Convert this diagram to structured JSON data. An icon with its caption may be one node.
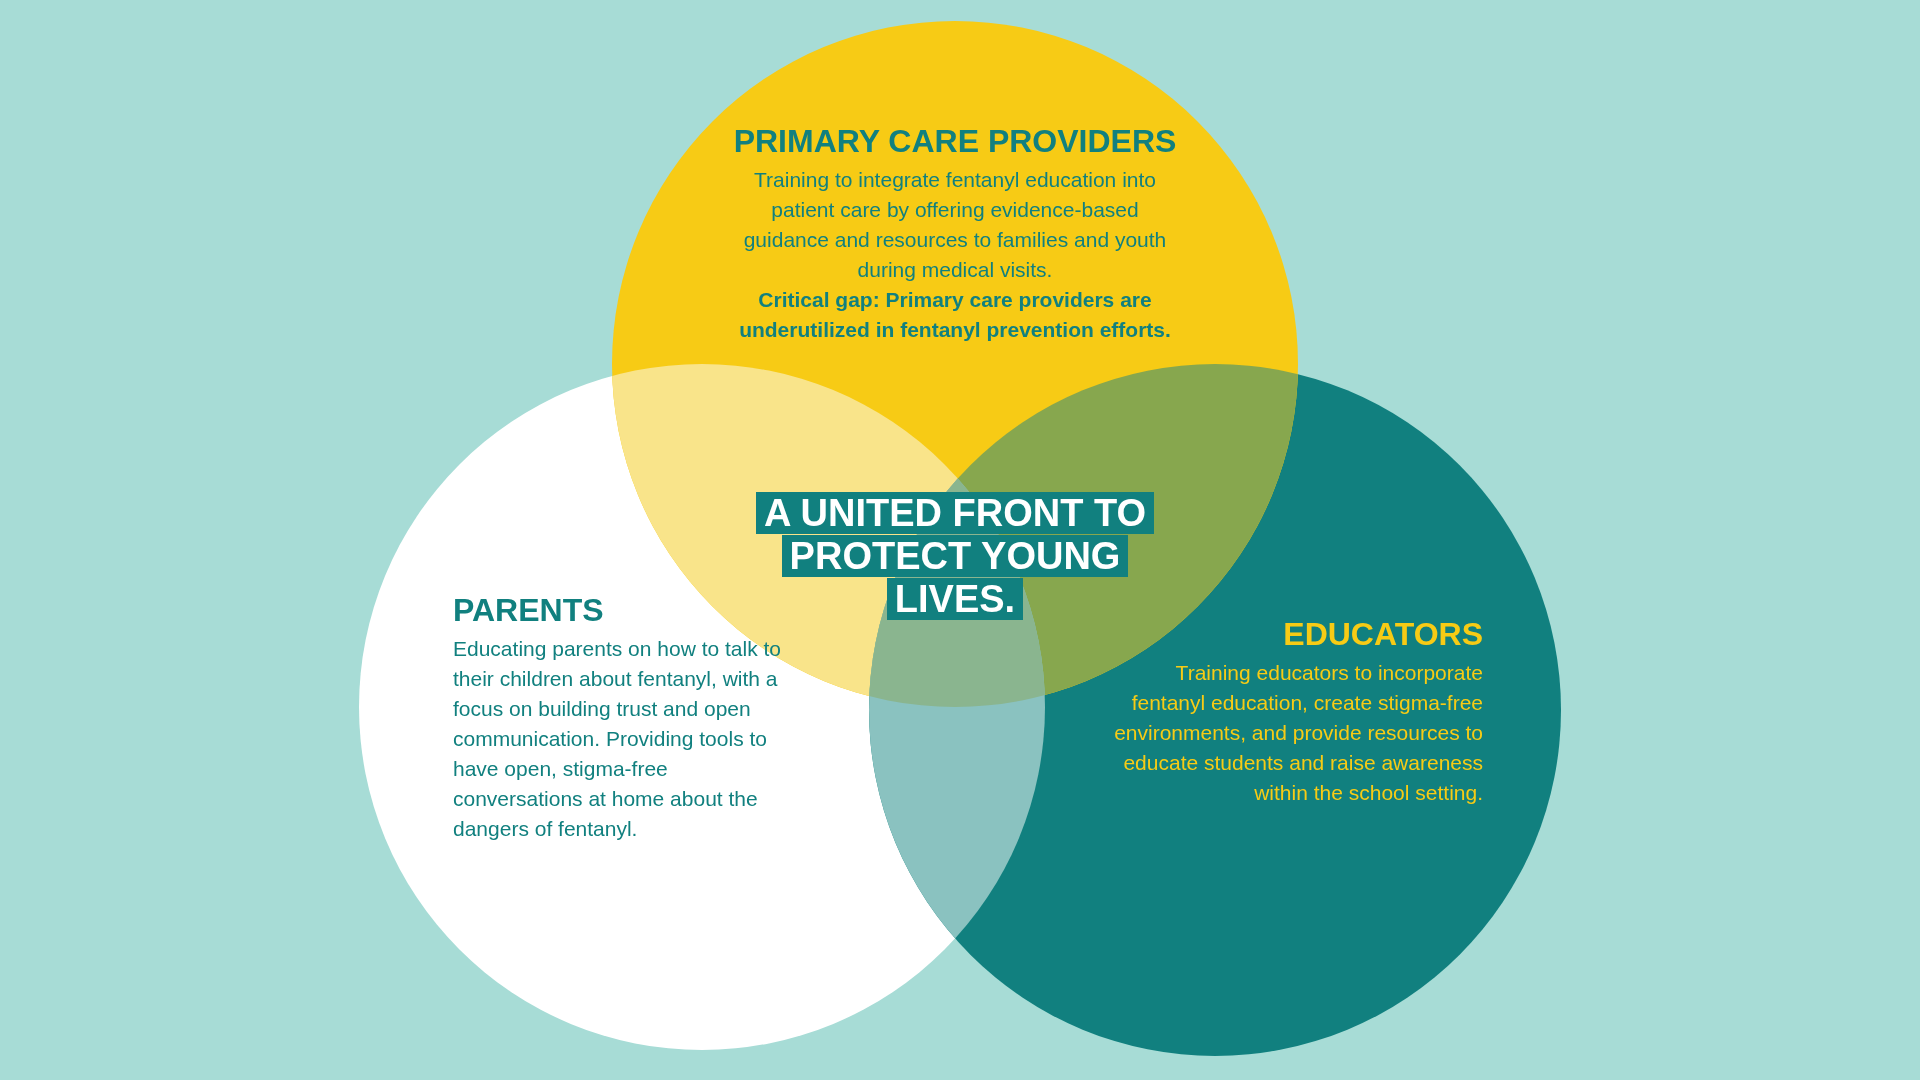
{
  "diagram": {
    "title": "A UNITED FRONT TO PROTECT YOUNG LIVES.",
    "nodes": [
      {
        "text": [
          "PRIMARY CARE PROVIDERS",
          "Training to integrate fentanyl education into patient care by offering evidence-based guidance and resources to families and youth during medical visits.",
          "Critical gap: Primary care providers are underutilized in fentanyl prevention efforts."
        ]
      },
      {
        "text": [
          "PARENTS",
          "Educating parents on how to talk to their children about fentanyl, with a focus on building trust and open communication. Providing tools to have open, stigma-free conversations at home about the dangers of fentanyl."
        ]
      },
      {
        "text": [
          "EDUCATORS",
          "Training educators to incorporate fentanyl education, create stigma-free environments, and provide resources to educate students and raise awareness within the school setting."
        ]
      }
    ]
  }
}
